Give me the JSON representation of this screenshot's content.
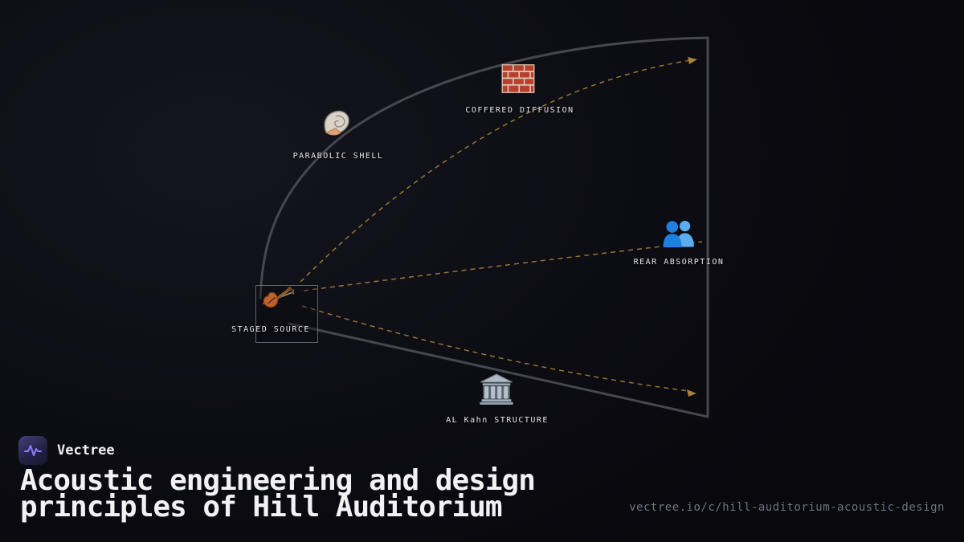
{
  "brand": {
    "name": "Vectree"
  },
  "title": {
    "line1": "Acoustic engineering and design",
    "line2": "principles of Hill Auditorium"
  },
  "footer_url": "vectree.io/c/hill-auditorium-acoustic-design",
  "diagram": {
    "nodes": [
      {
        "id": "parabolic-shell",
        "label": "PARABOLIC SHELL",
        "icon": "shell-icon"
      },
      {
        "id": "coffered-diffusion",
        "label": "COFFERED DIFFUSION",
        "icon": "brick-icon"
      },
      {
        "id": "rear-absorption",
        "label": "REAR ABSORPTION",
        "icon": "people-icon"
      },
      {
        "id": "staged-source",
        "label": "STAGED SOURCE",
        "icon": "violin-icon"
      },
      {
        "id": "structure",
        "label": "AL Kahn STRUCTURE",
        "icon": "building-icon"
      }
    ],
    "colors": {
      "outline": "#47474f",
      "ray": "#a5813a",
      "label": "#e8e8ec"
    }
  }
}
